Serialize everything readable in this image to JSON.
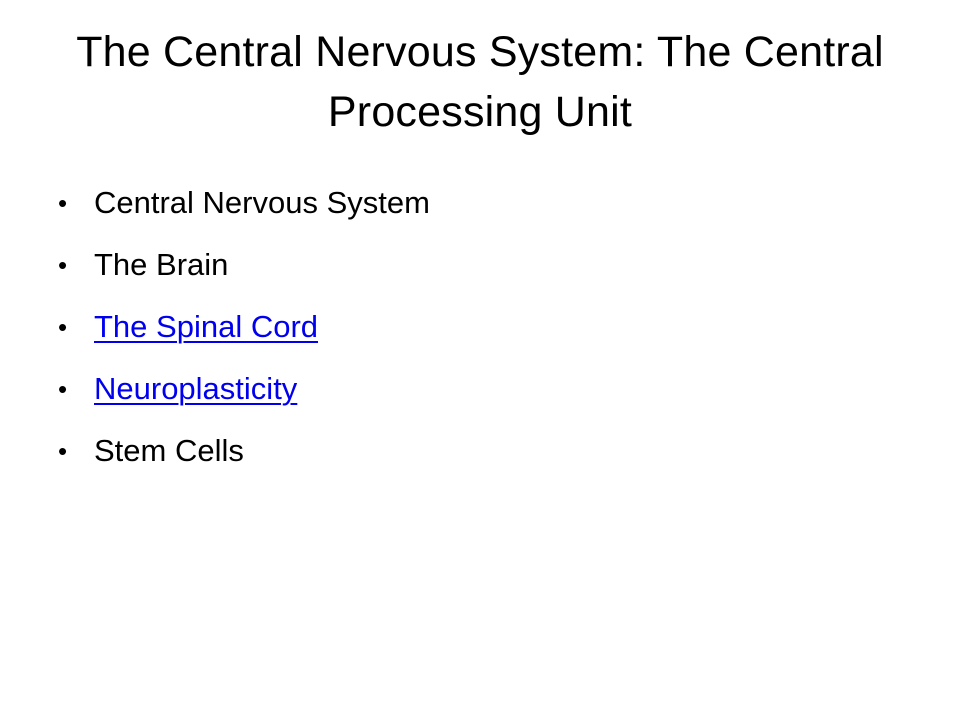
{
  "slide": {
    "title": "The Central Nervous System: The Central Processing Unit",
    "bullets": [
      {
        "text": "Central Nervous System",
        "link": false
      },
      {
        "text": "The Brain",
        "link": false
      },
      {
        "text": "The Spinal Cord",
        "link": true
      },
      {
        "text": "Neuroplasticity",
        "link": true
      },
      {
        "text": "Stem Cells",
        "link": false
      }
    ],
    "bullet_glyph": "•",
    "colors": {
      "text": "#000000",
      "link": "#0000ee",
      "background": "#ffffff"
    }
  }
}
